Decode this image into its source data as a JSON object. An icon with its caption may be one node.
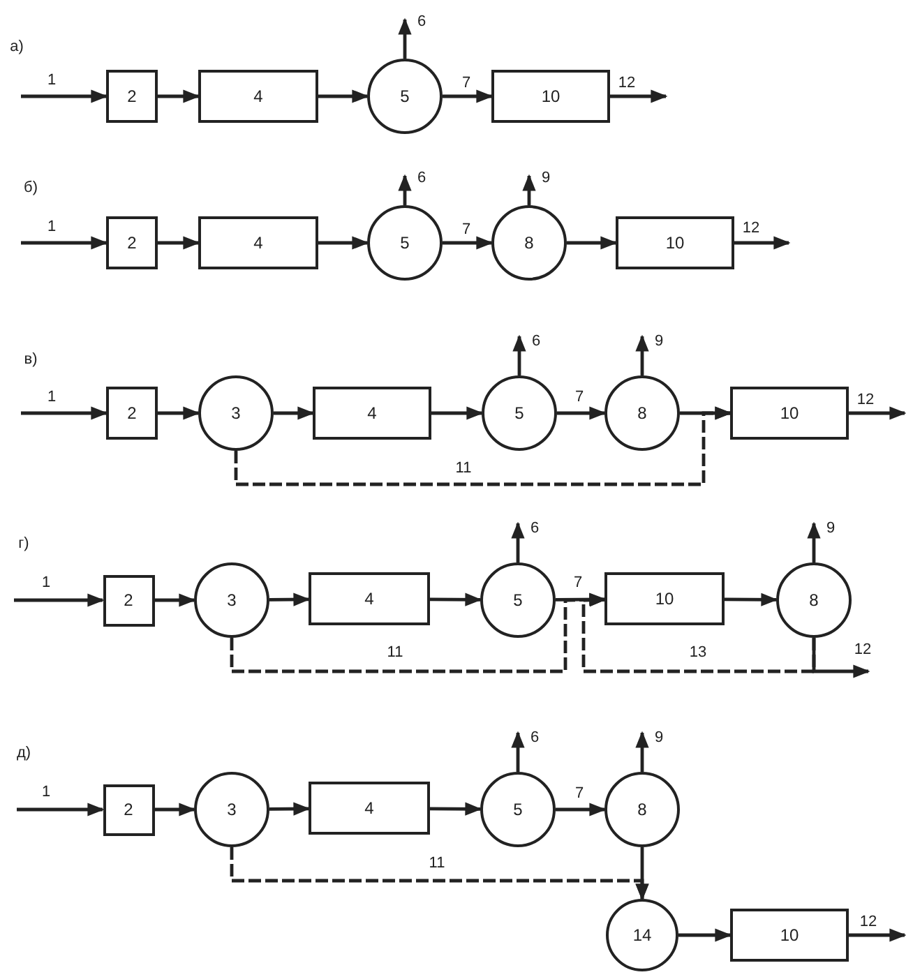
{
  "diagram": {
    "nodes": [
      {
        "text": [
          "2"
        ]
      },
      {
        "text": [
          "4"
        ]
      },
      {
        "text": [
          "5"
        ]
      },
      {
        "text": [
          "10"
        ]
      },
      {
        "text": [
          "2"
        ]
      },
      {
        "text": [
          "4"
        ]
      },
      {
        "text": [
          "5"
        ]
      },
      {
        "text": [
          "8"
        ]
      },
      {
        "text": [
          "10"
        ]
      },
      {
        "text": [
          "2"
        ]
      },
      {
        "text": [
          "3"
        ]
      },
      {
        "text": [
          "4"
        ]
      },
      {
        "text": [
          "5"
        ]
      },
      {
        "text": [
          "8"
        ]
      },
      {
        "text": [
          "10"
        ]
      },
      {
        "text": [
          "2"
        ]
      },
      {
        "text": [
          "3"
        ]
      },
      {
        "text": [
          "4"
        ]
      },
      {
        "text": [
          "5"
        ]
      },
      {
        "text": [
          "10"
        ]
      },
      {
        "text": [
          "8"
        ]
      },
      {
        "text": [
          "2"
        ]
      },
      {
        "text": [
          "3"
        ]
      },
      {
        "text": [
          "4"
        ]
      },
      {
        "text": [
          "5"
        ]
      },
      {
        "text": [
          "8"
        ]
      },
      {
        "text": [
          "14"
        ]
      },
      {
        "text": [
          "10"
        ]
      }
    ],
    "edges": [
      {
        "from": null,
        "to": 0,
        "arrow": "to",
        "label": "1"
      },
      {
        "from": 0,
        "to": 1,
        "arrow": "to"
      },
      {
        "from": 1,
        "to": 2,
        "arrow": "to"
      },
      {
        "from": 2,
        "to": null,
        "arrow": "to",
        "label": "6"
      },
      {
        "from": 2,
        "to": 3,
        "arrow": "to",
        "label": "7"
      },
      {
        "from": 3,
        "to": null,
        "arrow": "to",
        "label": "12"
      },
      {
        "from": null,
        "to": 4,
        "arrow": "to",
        "label": "1"
      },
      {
        "from": 4,
        "to": 5,
        "arrow": "to"
      },
      {
        "from": 5,
        "to": 6,
        "arrow": "to"
      },
      {
        "from": 6,
        "to": null,
        "arrow": "to",
        "label": "6"
      },
      {
        "from": 6,
        "to": 7,
        "arrow": "to",
        "label": "7"
      },
      {
        "from": 7,
        "to": null,
        "arrow": "to",
        "label": "9"
      },
      {
        "from": 7,
        "to": 8,
        "arrow": "to"
      },
      {
        "from": 8,
        "to": null,
        "arrow": "to",
        "label": "12"
      },
      {
        "from": null,
        "to": 9,
        "arrow": "to",
        "label": "1"
      },
      {
        "from": 9,
        "to": 10,
        "arrow": "to"
      },
      {
        "from": 10,
        "to": 11,
        "arrow": "to"
      },
      {
        "from": 11,
        "to": 12,
        "arrow": "to"
      },
      {
        "from": 12,
        "to": null,
        "arrow": "to",
        "label": "6"
      },
      {
        "from": 12,
        "to": 13,
        "arrow": "to",
        "label": "7"
      },
      {
        "from": 13,
        "to": null,
        "arrow": "to",
        "label": "9"
      },
      {
        "from": 13,
        "to": 14,
        "arrow": "to"
      },
      {
        "from": 14,
        "to": null,
        "arrow": "to",
        "label": "12"
      },
      {
        "from": 10,
        "to": 14,
        "arrow": "to",
        "label": "11",
        "style": "dashed"
      },
      {
        "from": null,
        "to": 15,
        "arrow": "to",
        "label": "1"
      },
      {
        "from": 15,
        "to": 16,
        "arrow": "to"
      },
      {
        "from": 16,
        "to": 17,
        "arrow": "to"
      },
      {
        "from": 17,
        "to": 18,
        "arrow": "to"
      },
      {
        "from": 18,
        "to": null,
        "arrow": "to",
        "label": "6"
      },
      {
        "from": 18,
        "to": 19,
        "arrow": "to",
        "label": "7"
      },
      {
        "from": 19,
        "to": 20,
        "arrow": "to"
      },
      {
        "from": 20,
        "to": null,
        "arrow": "to",
        "label": "9"
      },
      {
        "from": 16,
        "to": 19,
        "arrow": "to",
        "label": "11",
        "style": "dashed"
      },
      {
        "from": 20,
        "to": 19,
        "arrow": "to",
        "label": "13",
        "style": "dashed"
      },
      {
        "from": 20,
        "to": null,
        "arrow": "to",
        "label": "12"
      },
      {
        "from": null,
        "to": 21,
        "arrow": "to",
        "label": "1"
      },
      {
        "from": 21,
        "to": 22,
        "arrow": "to"
      },
      {
        "from": 22,
        "to": 23,
        "arrow": "to"
      },
      {
        "from": 23,
        "to": 24,
        "arrow": "to"
      },
      {
        "from": 24,
        "to": null,
        "arrow": "to",
        "label": "6"
      },
      {
        "from": 24,
        "to": 25,
        "arrow": "to",
        "label": "7"
      },
      {
        "from": 25,
        "to": null,
        "arrow": "to",
        "label": "9"
      },
      {
        "from": 25,
        "to": 26,
        "arrow": "to"
      },
      {
        "from": 22,
        "to": 26,
        "arrow": "to",
        "label": "11",
        "style": "dashed"
      },
      {
        "from": 26,
        "to": 27,
        "arrow": "to"
      },
      {
        "from": 27,
        "to": null,
        "arrow": "to",
        "label": "12"
      }
    ],
    "labels": [
      "а)",
      "б)",
      "в)",
      "г)",
      "д)"
    ]
  }
}
